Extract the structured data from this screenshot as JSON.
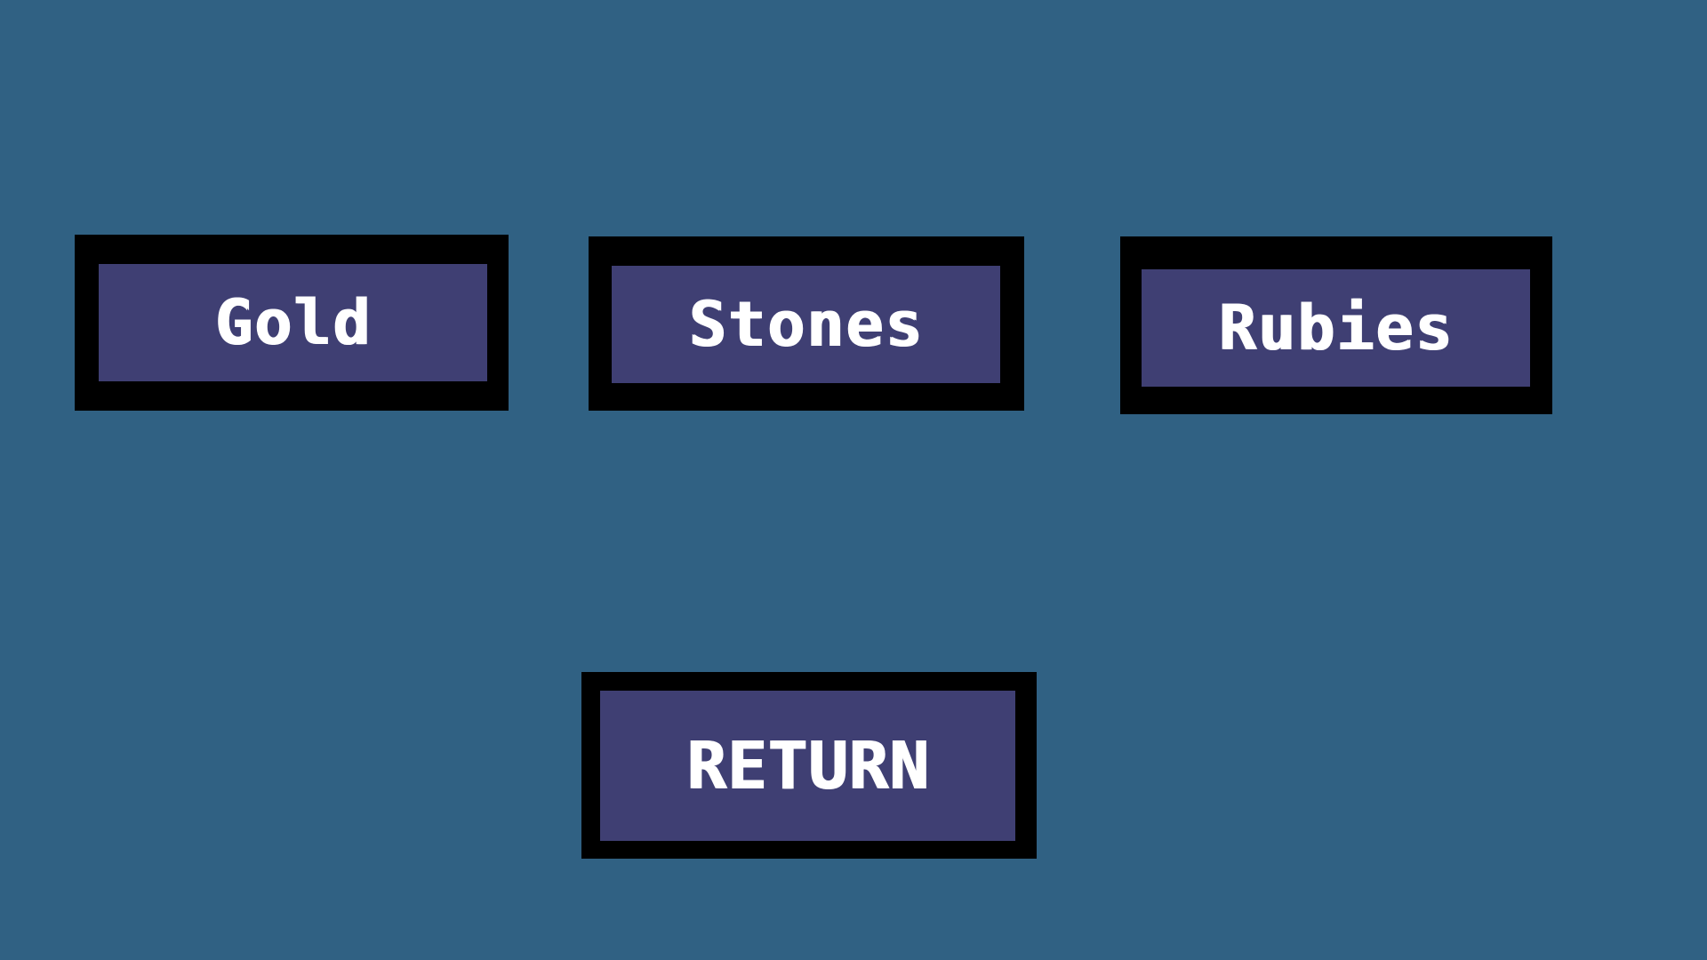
{
  "menu": {
    "items": [
      {
        "label": "Gold"
      },
      {
        "label": "Stones"
      },
      {
        "label": "Rubies"
      }
    ],
    "return_label": "RETURN"
  },
  "colors": {
    "background": "#306183",
    "button_border": "#000000",
    "button_fill": "#3f3f73",
    "text": "#ffffff"
  }
}
